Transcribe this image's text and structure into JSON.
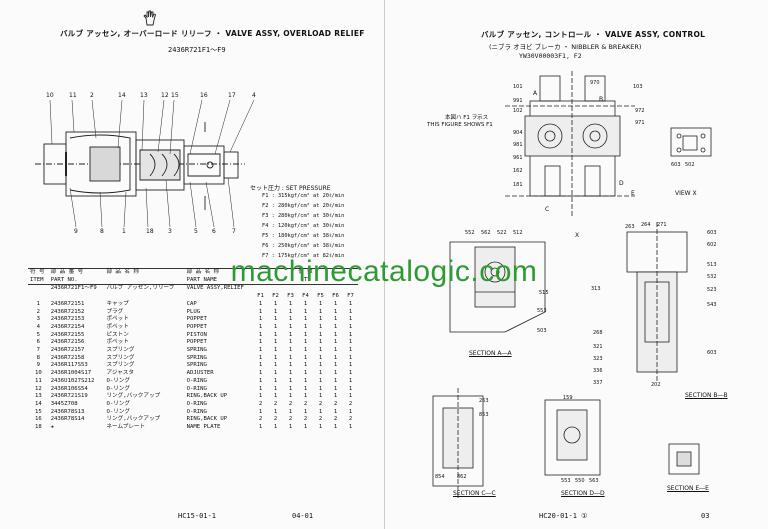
{
  "left_page": {
    "icon": "hand-icon",
    "title": "バルブ アッセン, オーバーロード リリーフ  ・ VALVE ASSY, OVERLOAD RELIEF",
    "subtitle": "2436R721F1～F9",
    "callouts_top": [
      "10",
      "11",
      "2",
      "14",
      "13",
      "12",
      "15",
      "16",
      "17",
      "4"
    ],
    "callouts_bottom": [
      "9",
      "8",
      "1",
      "18",
      "3",
      "5",
      "6",
      "7"
    ],
    "set_pressure_label": "セット圧力 : SET PRESSURE",
    "set_pressure": [
      "F1 : 315kgf/cm² at 20ℓ/min",
      "F2 : 280kgf/cm² at 20ℓ/min",
      "F3 : 280kgf/cm² at 30ℓ/min",
      "F4 : 120kgf/cm² at 30ℓ/min",
      "F5 : 180kgf/cm² at 38ℓ/min",
      "F6 : 250kgf/cm² at 38ℓ/min",
      "F7 : 175kgf/cm² at 82ℓ/min"
    ],
    "table": {
      "headers_jp": [
        "符 号",
        "部 品 番 号",
        "部 品 名 称",
        "部 品 名 称",
        "個 数"
      ],
      "headers_en": [
        "ITEM",
        "PART NO.",
        "",
        "PART NAME",
        "QTY"
      ],
      "assy_row": {
        "part_no": "2436R721F1～F9",
        "jp": "バルブ アッセン,リリーフ",
        "en": "VALVE ASSY,RELIEF"
      },
      "qty_cols": [
        "F1",
        "F2",
        "F3",
        "F4",
        "F5",
        "F6",
        "F7"
      ],
      "rows": [
        {
          "item": "1",
          "part_no": "2436R72151",
          "jp": "キャップ",
          "en": "CAP",
          "qty": [
            "1",
            "1",
            "1",
            "1",
            "1",
            "1",
            "1"
          ]
        },
        {
          "item": "2",
          "part_no": "2436R72152",
          "jp": "プラグ",
          "en": "PLUG",
          "qty": [
            "1",
            "1",
            "1",
            "1",
            "1",
            "1",
            "1"
          ]
        },
        {
          "item": "3",
          "part_no": "2436R72153",
          "jp": "ポペット",
          "en": "POPPET",
          "qty": [
            "1",
            "1",
            "1",
            "1",
            "1",
            "1",
            "1"
          ]
        },
        {
          "item": "4",
          "part_no": "2436R72154",
          "jp": "ポペット",
          "en": "POPPET",
          "qty": [
            "1",
            "1",
            "1",
            "1",
            "1",
            "1",
            "1"
          ]
        },
        {
          "item": "5",
          "part_no": "2436R72155",
          "jp": "ピストン",
          "en": "PISTON",
          "qty": [
            "1",
            "1",
            "1",
            "1",
            "1",
            "1",
            "1"
          ]
        },
        {
          "item": "6",
          "part_no": "2436R72156",
          "jp": "ポペット",
          "en": "POPPET",
          "qty": [
            "1",
            "1",
            "1",
            "1",
            "1",
            "1",
            "1"
          ]
        },
        {
          "item": "7",
          "part_no": "2436R72157",
          "jp": "スプリング",
          "en": "SPRING",
          "qty": [
            "1",
            "1",
            "1",
            "1",
            "1",
            "1",
            "1"
          ]
        },
        {
          "item": "8",
          "part_no": "2436R72158",
          "jp": "スプリング",
          "en": "SPRING",
          "qty": [
            "1",
            "1",
            "1",
            "1",
            "1",
            "1",
            "1"
          ]
        },
        {
          "item": "9",
          "part_no": "2436R117S53",
          "jp": "スプリング",
          "en": "SPRING",
          "qty": [
            "1",
            "1",
            "1",
            "1",
            "1",
            "1",
            "1"
          ]
        },
        {
          "item": "10",
          "part_no": "2436R1004S17",
          "jp": "アジャスタ",
          "en": "ADJUSTER",
          "qty": [
            "1",
            "1",
            "1",
            "1",
            "1",
            "1",
            "1"
          ]
        },
        {
          "item": "11",
          "part_no": "2436U1027S212",
          "jp": "O-リング",
          "en": "O-RING",
          "qty": [
            "1",
            "1",
            "1",
            "1",
            "1",
            "1",
            "1"
          ]
        },
        {
          "item": "12",
          "part_no": "2436R106S54",
          "jp": "O-リング",
          "en": "O-RING",
          "qty": [
            "1",
            "1",
            "1",
            "1",
            "1",
            "1",
            "1"
          ]
        },
        {
          "item": "13",
          "part_no": "2436R721S19",
          "jp": "リング,バックアップ",
          "en": "RING,BACK UP",
          "qty": [
            "1",
            "1",
            "1",
            "1",
            "1",
            "1",
            "1"
          ]
        },
        {
          "item": "14",
          "part_no": "3445Z708",
          "jp": "O-リング",
          "en": "O-RING",
          "qty": [
            "2",
            "2",
            "2",
            "2",
            "2",
            "2",
            "2"
          ]
        },
        {
          "item": "15",
          "part_no": "2436R78S13",
          "jp": "O-リング",
          "en": "O-RING",
          "qty": [
            "1",
            "1",
            "1",
            "1",
            "1",
            "1",
            "1"
          ]
        },
        {
          "item": "16",
          "part_no": "2436R78S14",
          "jp": "リング,バックアップ",
          "en": "RING,BACK UP",
          "qty": [
            "2",
            "2",
            "2",
            "2",
            "2",
            "2",
            "2"
          ]
        },
        {
          "item": "18",
          "part_no": "★",
          "jp": "ネームプレート",
          "en": "NAME PLATE",
          "qty": [
            "1",
            "1",
            "1",
            "1",
            "1",
            "1",
            "1"
          ]
        }
      ]
    },
    "footer_code": "HC15-01-1",
    "footer_page": "04-01"
  },
  "right_page": {
    "title": "バルブ アッセン, コントロール  ・ VALVE ASSY, CONTROL",
    "subtitle": "(ニブラ オヨビ ブレーカ ・ NIBBLER & BREAKER)",
    "part_no": "YW30V00003F1, F2",
    "figure_note_jp": "本図ハ F1 ヲ示ス",
    "figure_note_en": "THIS FIGURE SHOWS  F1",
    "view_x": "VIEW  X",
    "section_aa": "SECTION  A―A",
    "section_bb": "SECTION  B―B",
    "section_cc": "SECTION  C―C",
    "section_dd": "SECTION  D―D",
    "section_ee": "SECTION  E―E",
    "callouts_main": [
      "101",
      "991",
      "102",
      "904",
      "981",
      "961",
      "162",
      "181",
      "970",
      "103",
      "972",
      "971",
      "A",
      "B",
      "C",
      "D",
      "E",
      "X"
    ],
    "callouts_aa": [
      "552",
      "562",
      "522",
      "512",
      "515",
      "553",
      "503"
    ],
    "callouts_bb": [
      "263",
      "264",
      "271",
      "603",
      "602",
      "513",
      "532",
      "523",
      "543",
      "313",
      "268",
      "321",
      "323",
      "336",
      "337",
      "202",
      "603"
    ],
    "callouts_view_x": [
      "603",
      "502"
    ],
    "callouts_cc": [
      "263",
      "853",
      "854",
      "862"
    ],
    "callouts_dd": [
      "159",
      "553",
      "550",
      "563"
    ],
    "footer_code": "HC20-01-1 ①",
    "footer_page": "03"
  },
  "watermark": "machinecatalogic.com"
}
